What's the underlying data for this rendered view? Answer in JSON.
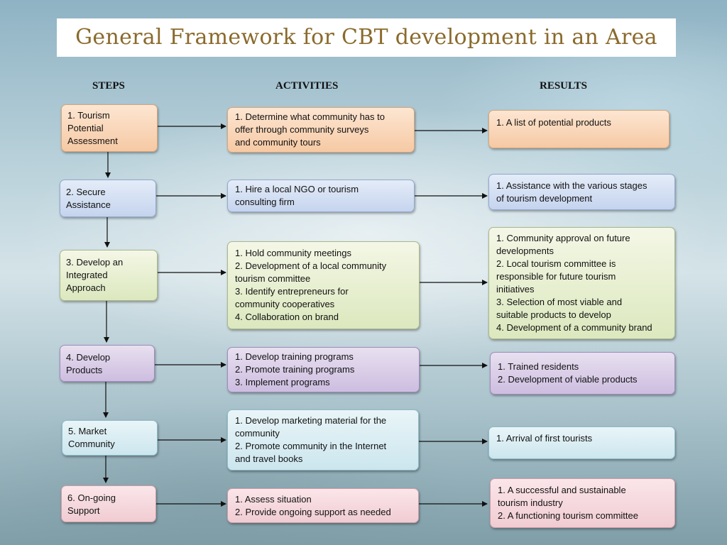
{
  "title": "General Framework for CBT development in an Area",
  "headers": {
    "steps": "STEPS",
    "activities": "ACTIVITIES",
    "results": "RESULTS"
  },
  "rows": [
    {
      "step": [
        "1. Tourism",
        "Potential",
        "Assessment"
      ],
      "activity": [
        "1. Determine what community has to",
        "offer through community surveys",
        "and community tours"
      ],
      "result": [
        "1. A list of potential products"
      ]
    },
    {
      "step": [
        "2. Secure",
        "Assistance"
      ],
      "activity": [
        "1. Hire a local NGO or tourism",
        "consulting firm"
      ],
      "result": [
        "1. Assistance with the various stages",
        "of tourism development"
      ]
    },
    {
      "step": [
        "3. Develop an",
        "Integrated",
        "Approach"
      ],
      "activity": [
        "1. Hold community meetings",
        "2. Development of a local community",
        "tourism committee",
        "3. Identify entrepreneurs for",
        "community cooperatives",
        "4. Collaboration on brand"
      ],
      "result": [
        "1. Community approval on future",
        "developments",
        "2. Local tourism committee is",
        "responsible for future tourism",
        "initiatives",
        "3. Selection of most viable and",
        "suitable products to develop",
        "4. Development of a community brand"
      ]
    },
    {
      "step": [
        "4. Develop",
        "Products"
      ],
      "activity": [
        "1. Develop training programs",
        "2. Promote training programs",
        "3. Implement programs"
      ],
      "result": [
        "1. Trained residents",
        "2. Development of viable products"
      ]
    },
    {
      "step": [
        "5. Market",
        "Community"
      ],
      "activity": [
        "1. Develop marketing material for the",
        "community",
        "2. Promote community in the Internet",
        "and travel books"
      ],
      "result": [
        "1. Arrival of first tourists"
      ]
    },
    {
      "step": [
        "6. On-going",
        "Support"
      ],
      "activity": [
        "1. Assess situation",
        "2. Provide ongoing support as needed"
      ],
      "result": [
        "1. A successful and sustainable",
        "tourism industry",
        "2. A functioning tourism committee"
      ]
    }
  ]
}
